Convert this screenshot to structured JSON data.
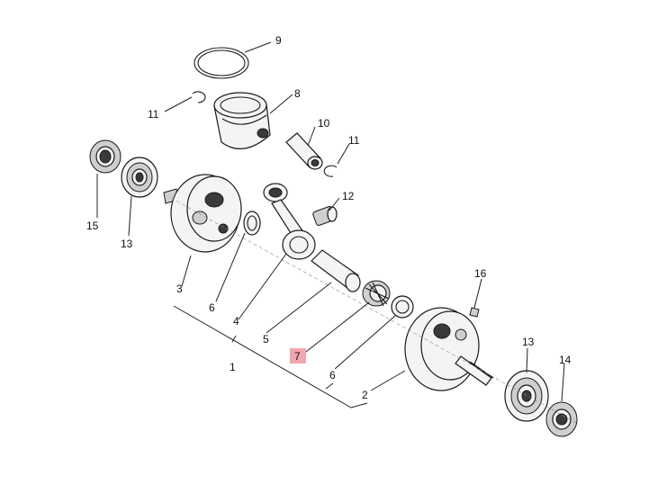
{
  "diagram": {
    "callouts": [
      {
        "key": "c9",
        "label": "9"
      },
      {
        "key": "c8",
        "label": "8"
      },
      {
        "key": "c11a",
        "label": "11"
      },
      {
        "key": "c10",
        "label": "10"
      },
      {
        "key": "c11b",
        "label": "11"
      },
      {
        "key": "c15",
        "label": "15"
      },
      {
        "key": "c13a",
        "label": "13"
      },
      {
        "key": "c12",
        "label": "12"
      },
      {
        "key": "c16",
        "label": "16"
      },
      {
        "key": "c3",
        "label": "3"
      },
      {
        "key": "c6a",
        "label": "6"
      },
      {
        "key": "c4",
        "label": "4"
      },
      {
        "key": "c5",
        "label": "5"
      },
      {
        "key": "c1",
        "label": "1"
      },
      {
        "key": "c7",
        "label": "7",
        "highlighted": true
      },
      {
        "key": "c6b",
        "label": "6"
      },
      {
        "key": "c2",
        "label": "2"
      },
      {
        "key": "c13b",
        "label": "13"
      },
      {
        "key": "c14",
        "label": "14"
      }
    ],
    "highlight_color": "#f2a6ad"
  }
}
